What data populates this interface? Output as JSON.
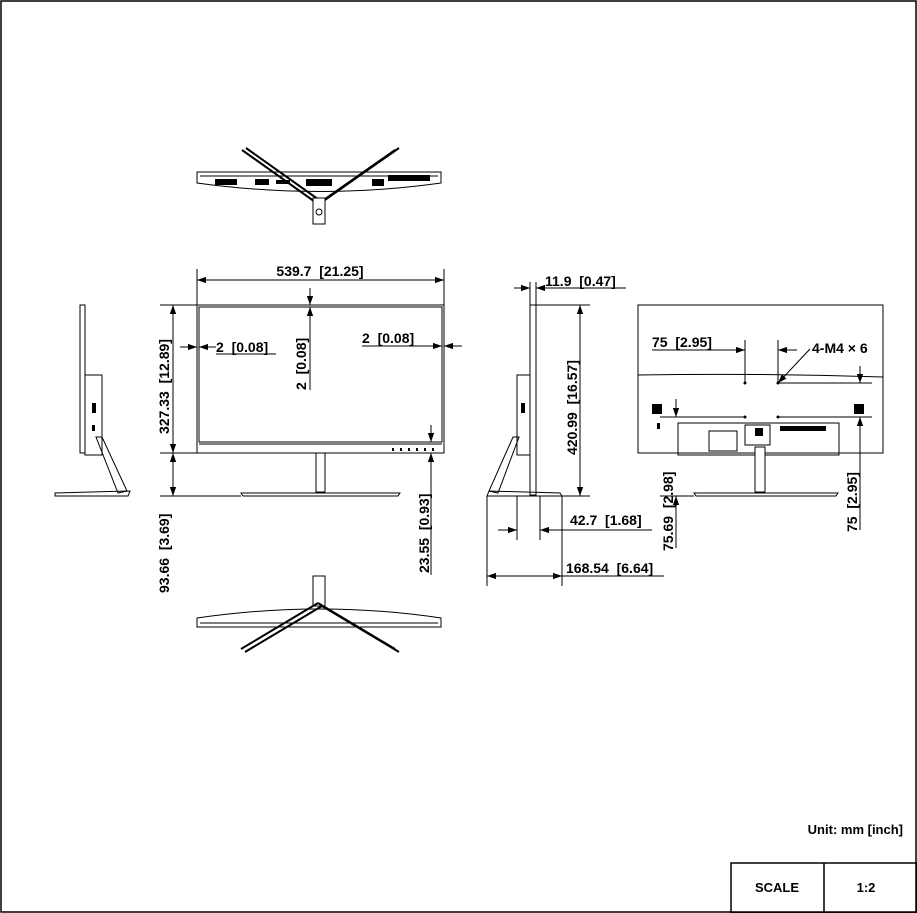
{
  "dimensions": {
    "width": "539.7  [21.25]",
    "bezel_side": "2  [0.08]",
    "bezel_top": "2  [0.08]",
    "bezel_right": "2  [0.08]",
    "panel_height": "327.33  [12.89]",
    "stand_height": "93.66  [3.69]",
    "bottom_bezel": "23.55  [0.93]",
    "panel_depth": "11.9  [0.47]",
    "total_height": "420.99  [16.57]",
    "neck_depth": "42.7  [1.68]",
    "base_depth": "168.54  [6.64]",
    "vesa_h": "75  [2.95]",
    "vesa_v": "75  [2.95]",
    "vesa_offset": "75.69  [2.98]",
    "screws": "4-M4 × 6"
  },
  "unit_note": "Unit: mm [inch]",
  "title_block": {
    "scale_label": "SCALE",
    "scale_value": "1:2"
  }
}
